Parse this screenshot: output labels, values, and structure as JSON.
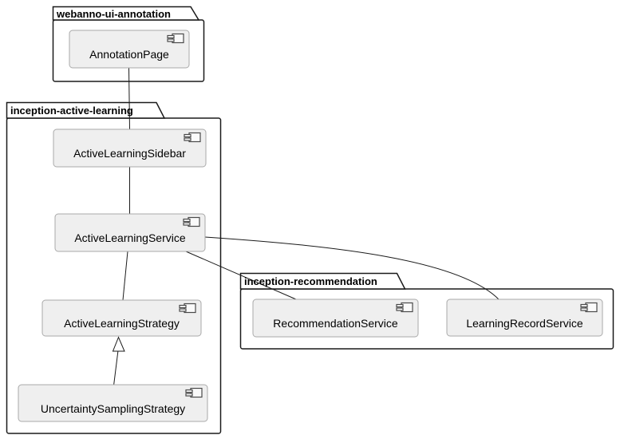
{
  "diagram": {
    "type": "uml-component-diagram",
    "background": "#ffffff",
    "colors": {
      "package_fill": "#ffffff",
      "package_border": "#1a1a1a",
      "component_fill": "#efefef",
      "component_border": "#a9a9a9",
      "connector": "#1a1a1a",
      "text": "#000000"
    },
    "packages": [
      {
        "label": "webanno-ui-annotation"
      },
      {
        "label": "inception-active-learning"
      },
      {
        "label": "inception-recommendation"
      }
    ],
    "components": [
      {
        "label": "AnnotationPage",
        "package": "webanno-ui-annotation"
      },
      {
        "label": "ActiveLearningSidebar",
        "package": "inception-active-learning"
      },
      {
        "label": "ActiveLearningService",
        "package": "inception-active-learning"
      },
      {
        "label": "ActiveLearningStrategy",
        "package": "inception-active-learning"
      },
      {
        "label": "UncertaintySamplingStrategy",
        "package": "inception-active-learning"
      },
      {
        "label": "RecommendationService",
        "package": "inception-recommendation"
      },
      {
        "label": "LearningRecordService",
        "package": "inception-recommendation"
      }
    ],
    "relations": [
      {
        "from": "AnnotationPage",
        "to": "ActiveLearningSidebar",
        "type": "association"
      },
      {
        "from": "ActiveLearningSidebar",
        "to": "ActiveLearningService",
        "type": "association"
      },
      {
        "from": "ActiveLearningService",
        "to": "ActiveLearningStrategy",
        "type": "association"
      },
      {
        "from": "UncertaintySamplingStrategy",
        "to": "ActiveLearningStrategy",
        "type": "generalization"
      },
      {
        "from": "ActiveLearningService",
        "to": "RecommendationService",
        "type": "association"
      },
      {
        "from": "ActiveLearningService",
        "to": "LearningRecordService",
        "type": "association"
      }
    ]
  }
}
